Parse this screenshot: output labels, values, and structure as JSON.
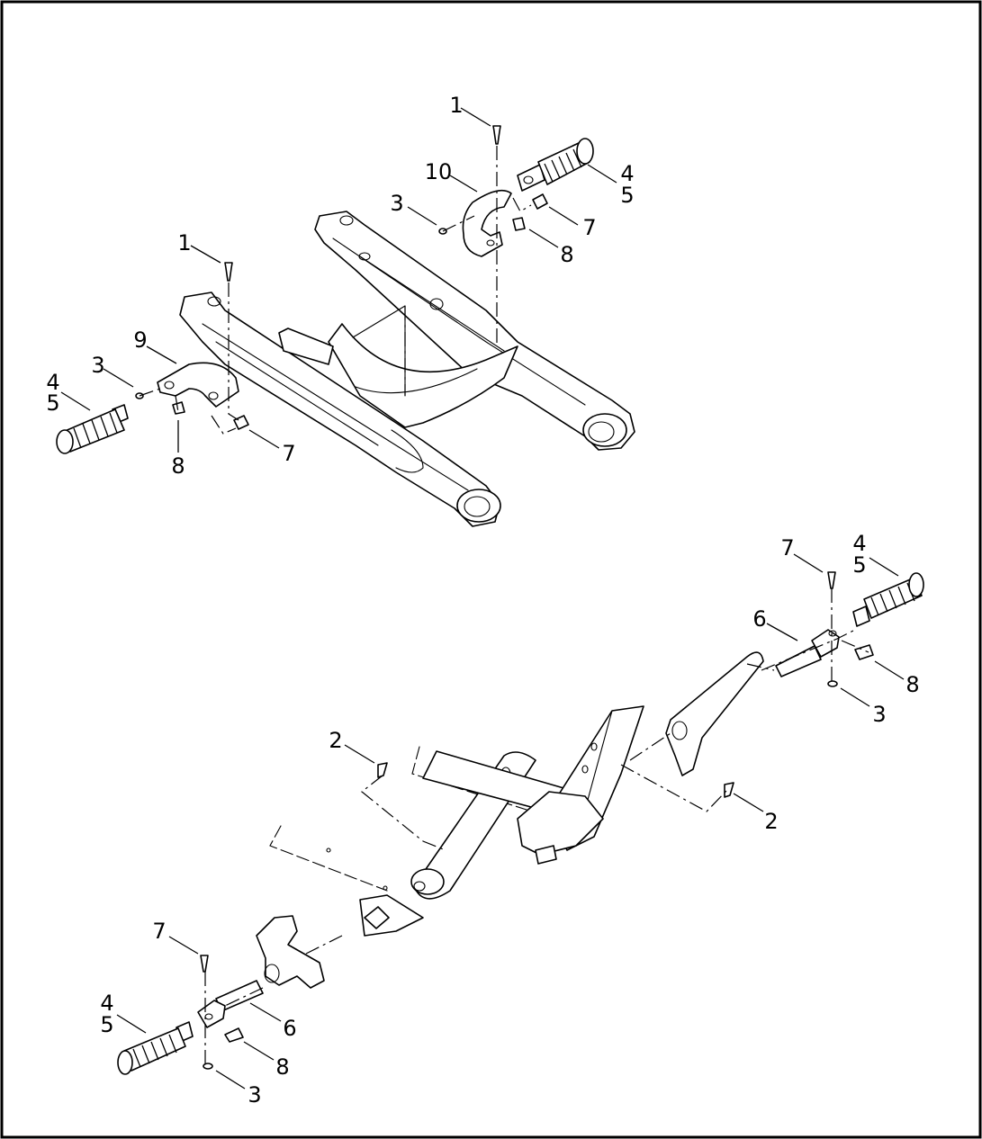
{
  "diagram": {
    "callouts": [
      {
        "id": "c-top-1",
        "label": "1"
      },
      {
        "id": "c-top-10",
        "label": "10"
      },
      {
        "id": "c-top-3",
        "label": "3"
      },
      {
        "id": "c-top-4",
        "label": "4"
      },
      {
        "id": "c-top-5",
        "label": "5"
      },
      {
        "id": "c-top-7",
        "label": "7"
      },
      {
        "id": "c-top-8",
        "label": "8"
      },
      {
        "id": "c-left-1",
        "label": "1"
      },
      {
        "id": "c-left-9",
        "label": "9"
      },
      {
        "id": "c-left-3",
        "label": "3"
      },
      {
        "id": "c-left-4",
        "label": "4"
      },
      {
        "id": "c-left-5",
        "label": "5"
      },
      {
        "id": "c-left-8",
        "label": "8"
      },
      {
        "id": "c-left-7",
        "label": "7"
      },
      {
        "id": "c-right-7",
        "label": "7"
      },
      {
        "id": "c-right-4",
        "label": "4"
      },
      {
        "id": "c-right-5",
        "label": "5"
      },
      {
        "id": "c-right-6",
        "label": "6"
      },
      {
        "id": "c-right-8",
        "label": "8"
      },
      {
        "id": "c-right-3",
        "label": "3"
      },
      {
        "id": "c-mid-2a",
        "label": "2"
      },
      {
        "id": "c-mid-2b",
        "label": "2"
      },
      {
        "id": "c-bot-7",
        "label": "7"
      },
      {
        "id": "c-bot-4",
        "label": "4"
      },
      {
        "id": "c-bot-5",
        "label": "5"
      },
      {
        "id": "c-bot-6",
        "label": "6"
      },
      {
        "id": "c-bot-8",
        "label": "8"
      },
      {
        "id": "c-bot-3",
        "label": "3"
      }
    ]
  }
}
